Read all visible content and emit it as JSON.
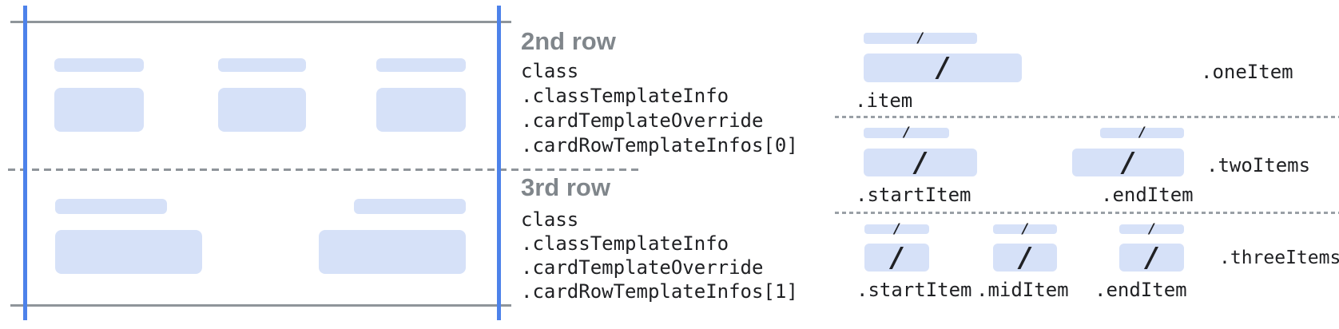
{
  "annotations": {
    "row2": {
      "title": "2nd row",
      "lines": [
        "class",
        ".classTemplateInfo",
        ".cardTemplateOverride",
        ".cardRowTemplateInfos[0]"
      ]
    },
    "row3": {
      "title": "3rd row",
      "lines": [
        "class",
        ".classTemplateInfo",
        ".cardTemplateOverride",
        ".cardRowTemplateInfos[1]"
      ]
    }
  },
  "layouts": {
    "one_item": {
      "name": ".oneItem",
      "items": [
        {
          "label": ".item"
        }
      ]
    },
    "two_items": {
      "name": ".twoItems",
      "items": [
        {
          "label": ".startItem"
        },
        {
          "label": ".endItem"
        }
      ]
    },
    "three_items": {
      "name": ".threeItems",
      "items": [
        {
          "label": ".startItem"
        },
        {
          "label": ".midItem"
        },
        {
          "label": ".endItem"
        }
      ]
    }
  },
  "glyphs": {
    "slash": "/"
  },
  "colors": {
    "accent_blue": "#4d82ea",
    "placeholder_blue": "#d6e1f8",
    "line_gray": "#8f959a",
    "dot_gray": "#9aa0a6",
    "heading_gray": "#80868b",
    "text_dark": "#202124"
  }
}
